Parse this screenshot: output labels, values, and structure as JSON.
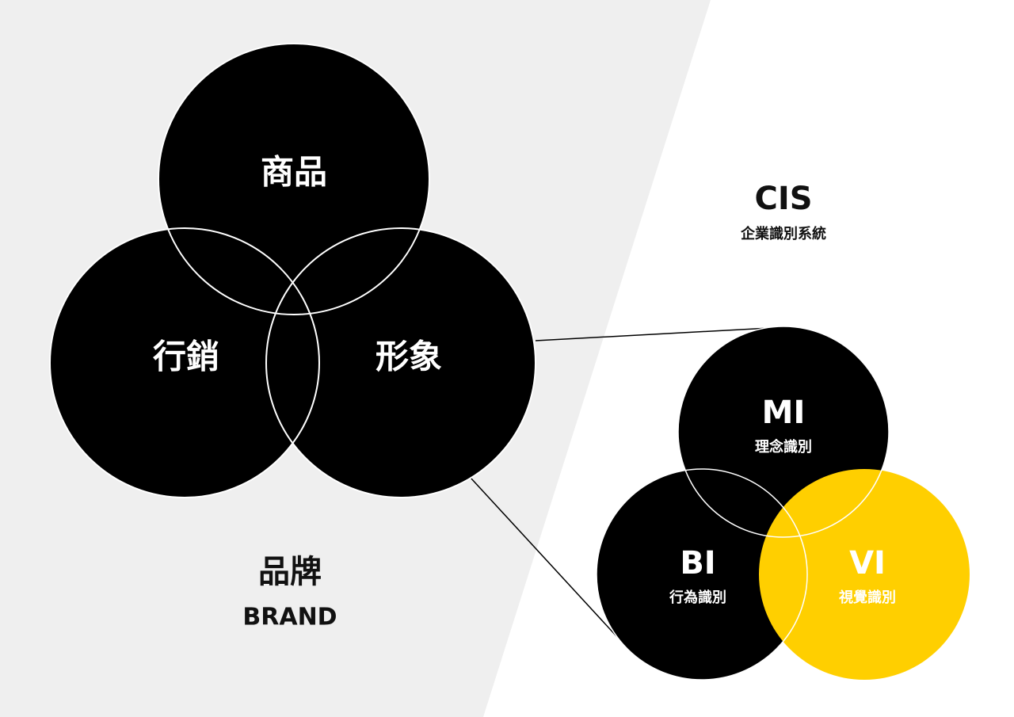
{
  "colors": {
    "background": "#ffffff",
    "left_panel": "#efefef",
    "circle_fill": "#000000",
    "circle_outline": "#ffffff",
    "highlight": "#ffcf00",
    "text_light": "#ffffff",
    "text_dark": "#111111"
  },
  "brand": {
    "title": "品牌",
    "subtitle": "BRAND",
    "circles": {
      "product": "商品",
      "marketing": "行銷",
      "image": "形象"
    }
  },
  "cis": {
    "title": "CIS",
    "subtitle": "企業識別系統",
    "circles": {
      "mi": {
        "title": "MI",
        "subtitle": "理念識別"
      },
      "bi": {
        "title": "BI",
        "subtitle": "行為識別"
      },
      "vi": {
        "title": "VI",
        "subtitle": "視覺識別"
      }
    },
    "highlighted": "vi"
  }
}
